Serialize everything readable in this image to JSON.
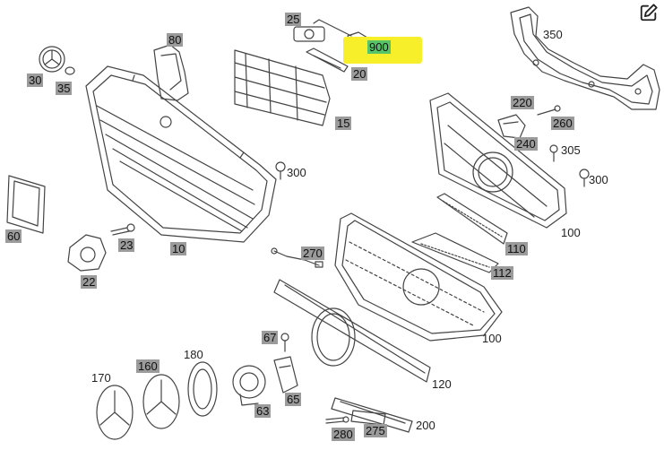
{
  "icons": {
    "edit": "edit-icon"
  },
  "highlight": {
    "label": "900",
    "color": "#f6ef2a"
  },
  "labels": {
    "p10": "10",
    "p15": "15",
    "p20": "20",
    "p22": "22",
    "p23": "23",
    "p25": "25",
    "p30": "30",
    "p35": "35",
    "p60": "60",
    "p63": "63",
    "p65": "65",
    "p67": "67",
    "p80": "80",
    "p100a": "100",
    "p100b": "100",
    "p110": "110",
    "p112": "112",
    "p120": "120",
    "p160": "160",
    "p170": "170",
    "p180": "180",
    "p200": "200",
    "p220": "220",
    "p240": "240",
    "p260": "260",
    "p270": "270",
    "p275": "275",
    "p280": "280",
    "p300a": "300",
    "p300b": "300",
    "p305": "305",
    "p350": "350"
  }
}
